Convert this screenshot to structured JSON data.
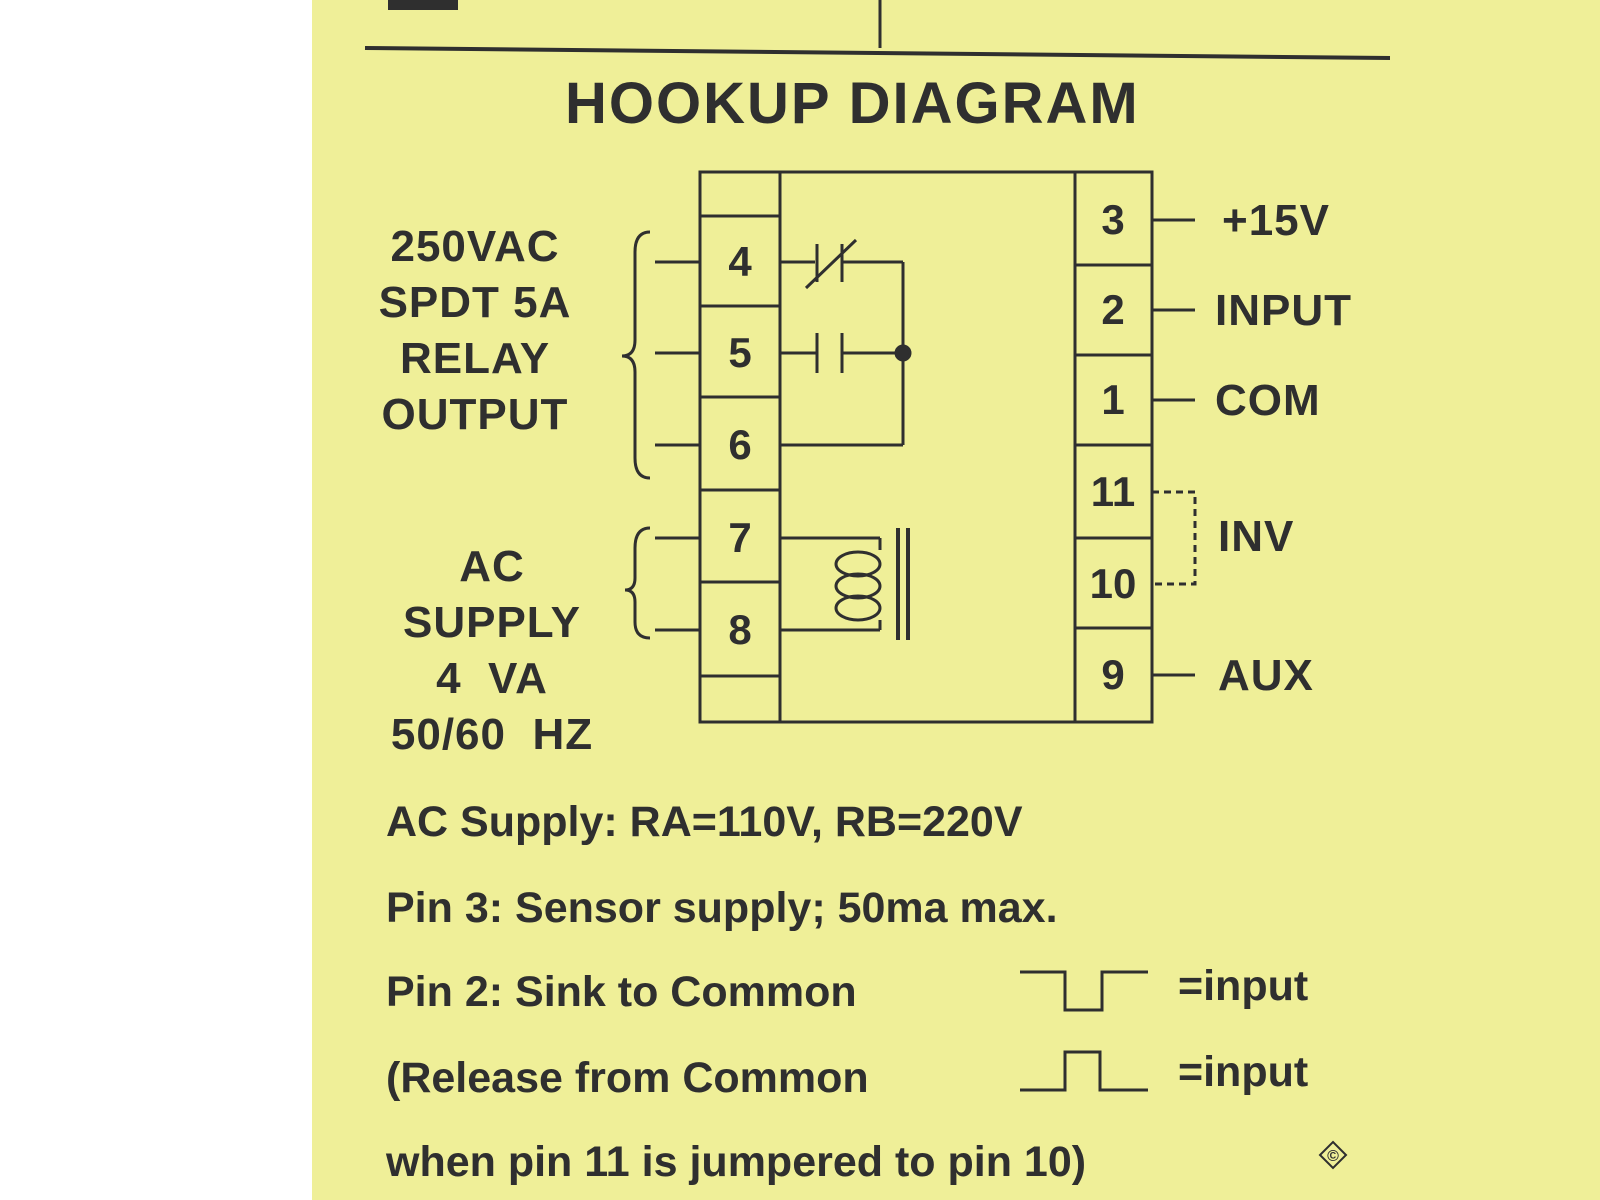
{
  "title": "HOOKUP DIAGRAM",
  "colors": {
    "label": "#efef98",
    "ink": "#2f2f2f"
  },
  "left_pins": {
    "top_blank": "",
    "p4": "4",
    "p5": "5",
    "p6": "6",
    "p7": "7",
    "p8": "8",
    "bottom_blank": ""
  },
  "right_pins": {
    "p3": "3",
    "p2": "2",
    "p1": "1",
    "p11": "11",
    "p10": "10",
    "p9": "9"
  },
  "relay_label": [
    "250VAC",
    "SPDT 5A",
    "RELAY",
    "OUTPUT"
  ],
  "supply_label": [
    "AC",
    "SUPPLY",
    "4  VA",
    "50/60  HZ"
  ],
  "right_labels": {
    "p3": "+15V",
    "p2": "INPUT",
    "p1": "COM",
    "p11_10": "INV",
    "p9": "AUX"
  },
  "notes": [
    "AC Supply: RA=110V, RB=220V",
    "Pin 3: Sensor supply; 50ma max.",
    "Pin 2: Sink to Common",
    "(Release from Common",
    "when pin 11 is jumpered to pin 10)"
  ],
  "input_suffix": "=input",
  "copyright_icon": "copyright-icon"
}
